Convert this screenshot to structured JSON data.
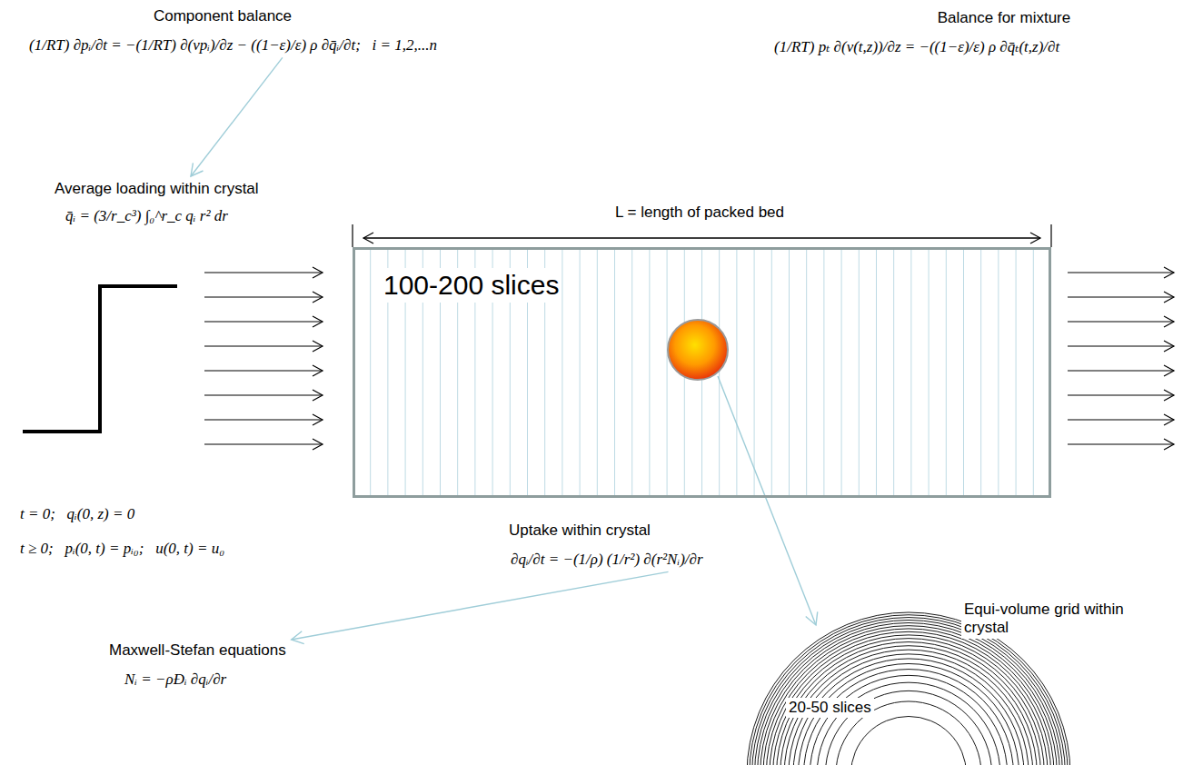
{
  "diagram": {
    "nodes": [
      {
        "text": [
          "100-200 slices"
        ]
      },
      {
        "text": [
          "Equi-volume grid within crystal",
          "20-50 slices"
        ]
      }
    ],
    "labels": [
      "Component balance",
      "(1/RT) ∂pᵢ/∂t = −(1/RT) ∂(vpᵢ)/∂z − ((1−ε)/ε) ρ ∂q̄ᵢ/∂t;   i = 1,2,...n",
      "Balance for mixture",
      "(1/RT) pₜ ∂(v(t,z))/∂z = −((1−ε)/ε) ρ ∂q̄ₜ(t,z)/∂t",
      "Average loading within crystal",
      "q̄ᵢ = (3/r_c³) ∫₀^r_c qᵢ r² dr",
      "L = length of packed bed",
      "t = 0;   qᵢ(0, z) = 0",
      "t ≥ 0;   pᵢ(0, t) = pᵢ₀;   u(0, t) = u₀",
      "Uptake within crystal",
      "∂qᵢ/∂t = −(1/ρ) (1/r²) ∂(r²Nᵢ)/∂r",
      "Maxwell-Stefan equations",
      "Nᵢ = −ρÐᵢ ∂qᵢ/∂r"
    ]
  }
}
